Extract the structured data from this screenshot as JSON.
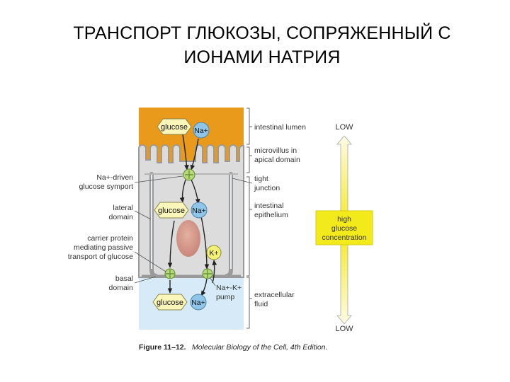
{
  "title": {
    "line1": "ТРАНСПОРТ ГЛЮКОЗЫ, СОПРЯЖЕННЫЙ С",
    "line2": "ИОНАМИ НАТРИЯ"
  },
  "molecules": {
    "glucose": "glucose",
    "na": "Na+",
    "k": "K+"
  },
  "labels_left": {
    "symport_1": "Na+-driven",
    "symport_2": "glucose symport",
    "lateral_1": "lateral",
    "lateral_2": "domain",
    "carrier_1": "carrier protein",
    "carrier_2": "mediating passive",
    "carrier_3": "transport of glucose",
    "basal_1": "basal",
    "basal_2": "domain"
  },
  "labels_right": {
    "lumen": "intestinal lumen",
    "microvillus_1": "microvillus in",
    "microvillus_2": "apical domain",
    "tight_1": "tight",
    "tight_2": "junction",
    "epith_1": "intestinal",
    "epith_2": "epithelium",
    "pump_1": "Na+-K+",
    "pump_2": "pump",
    "extra_1": "extracellular",
    "extra_2": "fluid"
  },
  "gradient": {
    "top": "LOW",
    "bottom": "LOW",
    "box_1": "high",
    "box_2": "glucose",
    "box_3": "concentration"
  },
  "caption": {
    "figure": "Figure 11–12.",
    "source": "Molecular Biology of the Cell, 4th Edition."
  },
  "colors": {
    "lumen": "#e99a1a",
    "cell": "#dcdcdc",
    "extracellular": "#d6ebf7",
    "glucose": "#fbf6b9",
    "sodium": "#8ec5e8",
    "potassium": "#f3f07a",
    "gradient": "#f3ea1c",
    "nucleus": "#d8a08e"
  }
}
